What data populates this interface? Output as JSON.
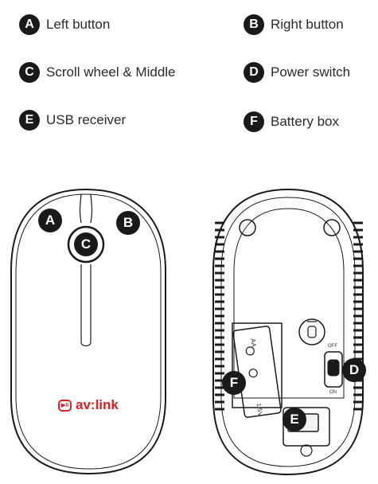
{
  "legend": [
    {
      "letter": "A",
      "label": "Left button"
    },
    {
      "letter": "B",
      "label": "Right button"
    },
    {
      "letter": "C",
      "label": "Scroll wheel & Middle"
    },
    {
      "letter": "D",
      "label": "Power switch"
    },
    {
      "letter": "E",
      "label": "USB receiver"
    },
    {
      "letter": "F",
      "label": "Battery box"
    }
  ],
  "top_view": {
    "callouts": [
      "A",
      "B",
      "C"
    ],
    "brand": "av:link"
  },
  "bottom_view": {
    "callouts": [
      "D",
      "E",
      "F"
    ],
    "switch_off": "OFF",
    "switch_on": "ON",
    "battery_text": "AA",
    "battery_voltage": "1.5V"
  }
}
